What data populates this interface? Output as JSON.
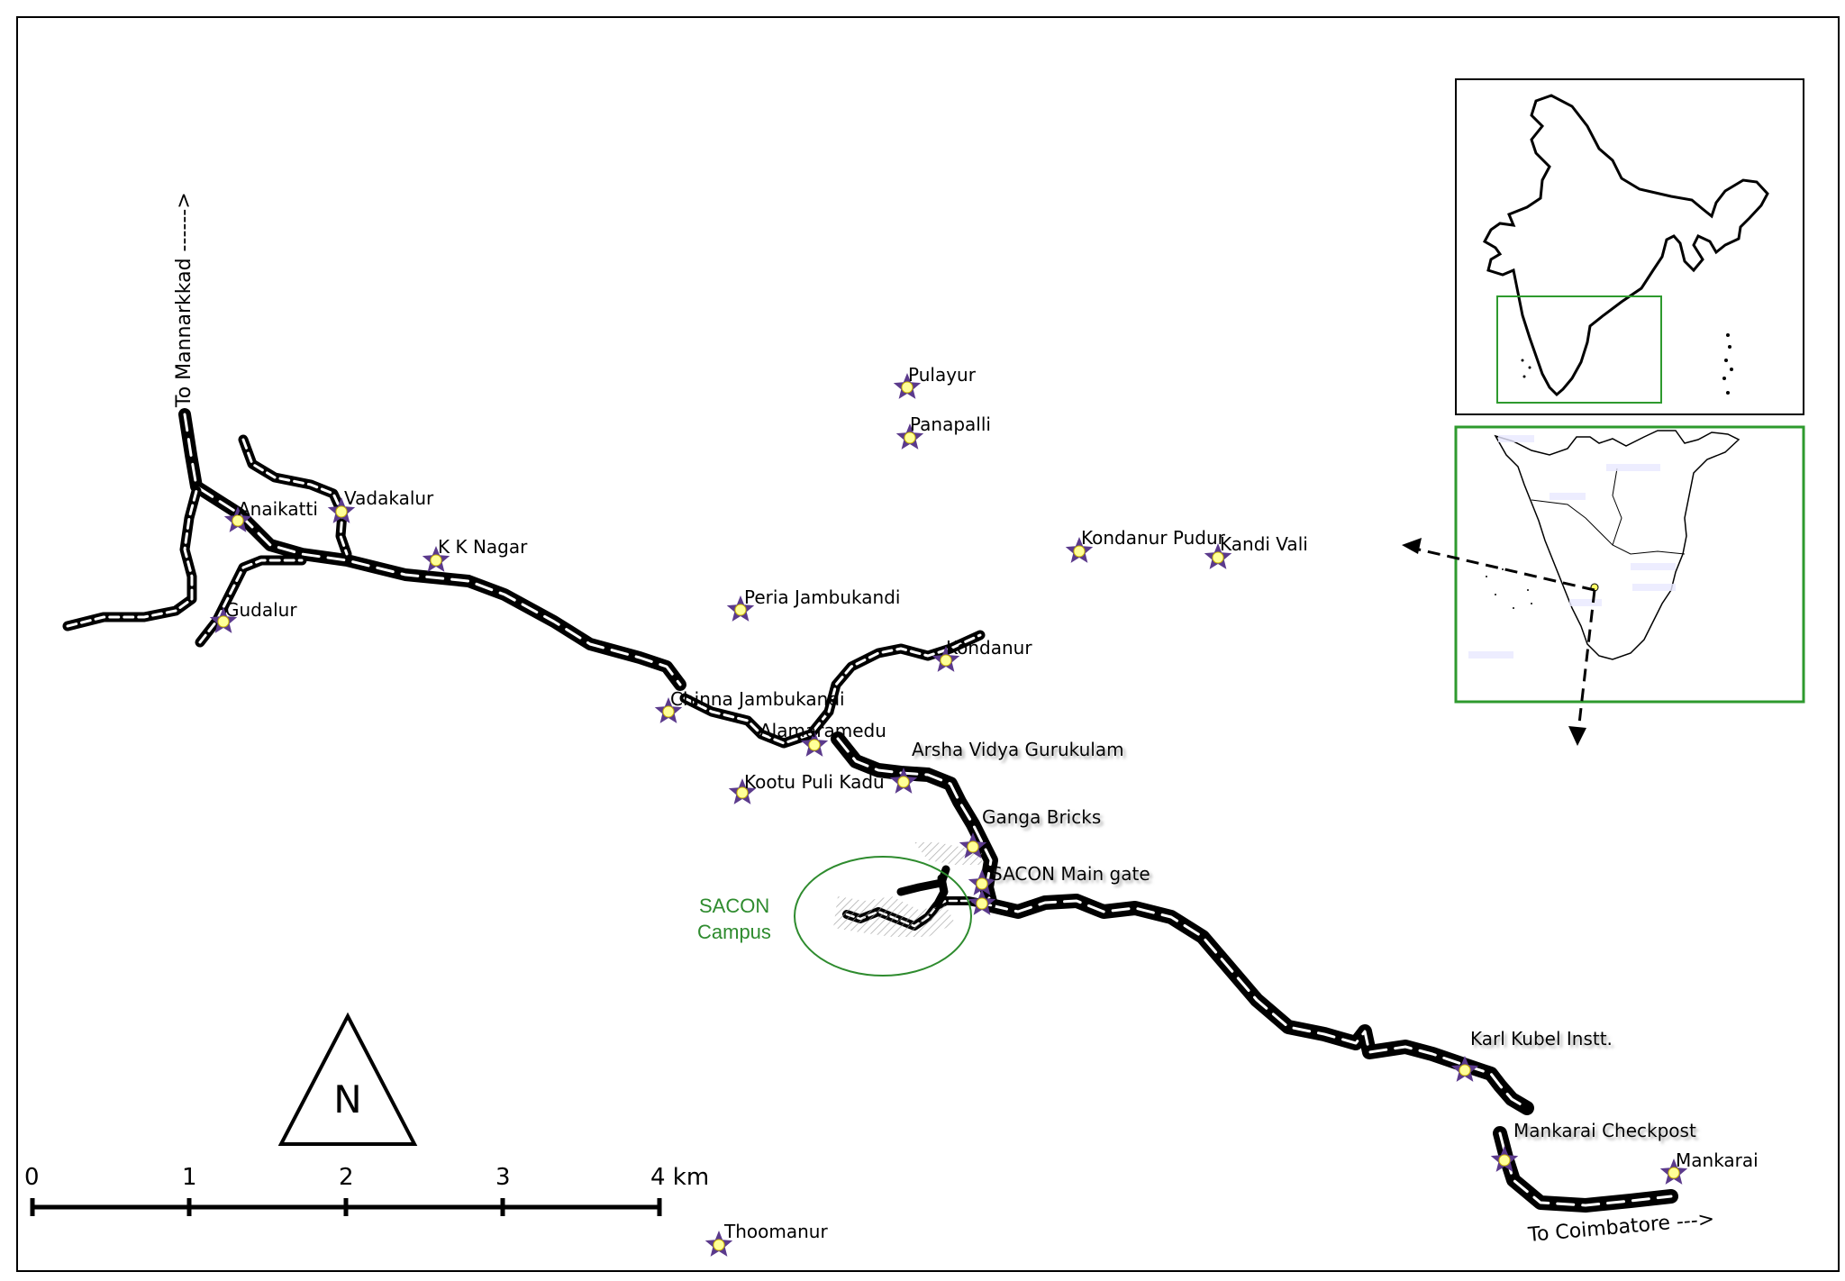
{
  "places": {
    "pulayur": "Pulayur",
    "panapalli": "Panapalli",
    "vadakalur": "Vadakalur",
    "anaikatti": "Anaikatti",
    "kk_nagar": "K K Nagar",
    "kondanur_pudur": "Kondanur Pudur",
    "kandi_vali": "Kandi Vali",
    "gudalur": "Gudalur",
    "peria_jambukandi": "Peria Jambukandi",
    "kondanur": "Kondanur",
    "chinna_jambukandi": "Chinna Jambukandi",
    "alamaramedu": "Alamaramedu",
    "arsha_vidya": "Arsha Vidya Gurukulam",
    "kootu_puli_kadu": "Kootu Puli Kadu",
    "ganga_bricks": "Ganga Bricks",
    "sacon_main_gate": "SACON Main gate",
    "karl_kubel": "Karl Kubel Instt.",
    "mankarai_checkpost": "Mankarai Checkpost",
    "mankarai": "Mankarai",
    "thoomanur": "Thoomanur"
  },
  "campus": {
    "line1": "SACON",
    "line2": "Campus"
  },
  "directions": {
    "to_mannarkkad": "To Mannarkkad ------>",
    "to_coimbatore": "To Coimbatore --->"
  },
  "north_arrow": {
    "label": "N"
  },
  "scale_bar": {
    "ticks": [
      "0",
      "1",
      "2",
      "3",
      "4 km"
    ]
  },
  "colors": {
    "road": "#000000",
    "road_center": "#ffffff",
    "star": "#5b3a8c",
    "point": "#ffff99",
    "campus": "#2e8b2e",
    "inset_frame": "#2e9a2e"
  }
}
